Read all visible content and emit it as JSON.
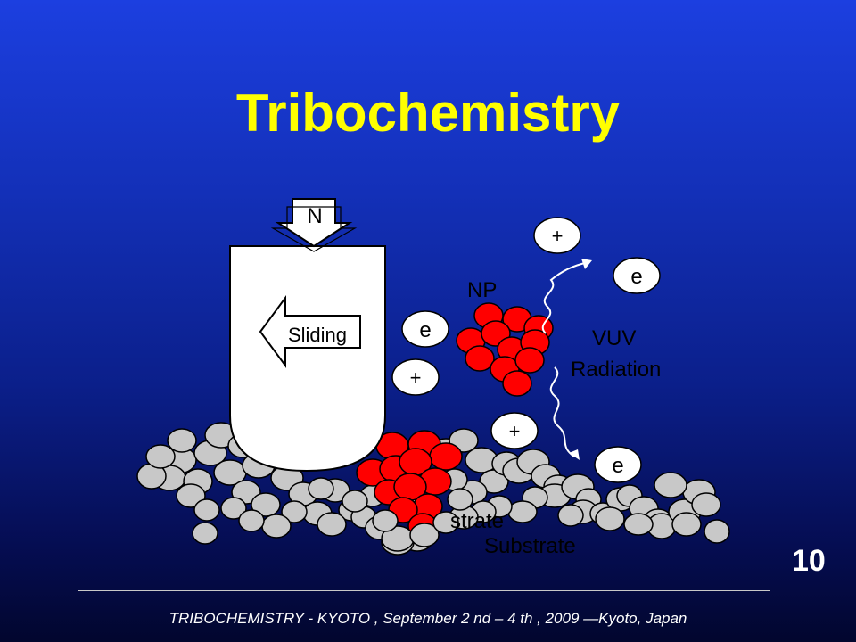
{
  "slide": {
    "title": "Tribochemistry",
    "page_number": "10",
    "footer": "TRIBOCHEMISTRY - KYOTO , September 2 nd – 4 th ,  2009 —Kyoto, Japan"
  },
  "diagram": {
    "load_label": "N",
    "sliding_label": "Sliding",
    "np_label": "NP",
    "radiation_line1": "VUV",
    "radiation_line2": "Radiation",
    "substrate_label": "Substrate",
    "substrate_label_partial": "strate",
    "electron_symbol": "e",
    "positive_symbol": "+",
    "colors": {
      "title": "#ffff00",
      "np_particle": "#ff0000",
      "substrate_particle": "#c8c8c8",
      "slider": "#ffffff"
    }
  }
}
